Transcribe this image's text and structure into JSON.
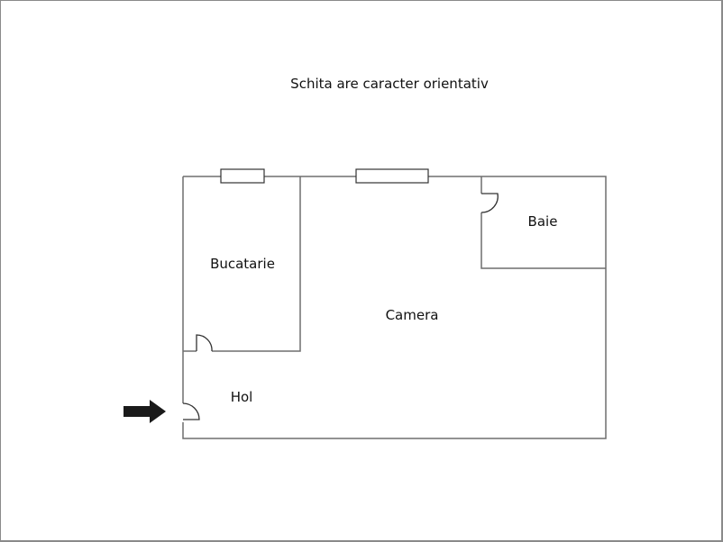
{
  "title": "Schita are caracter orientativ",
  "rooms": [
    {
      "id": "bucatarie",
      "label": "Bucatarie"
    },
    {
      "id": "camera",
      "label": "Camera"
    },
    {
      "id": "baie",
      "label": "Baie"
    },
    {
      "id": "hol",
      "label": "Hol"
    }
  ],
  "icons": {
    "entrance": "entrance-arrow-icon"
  },
  "colors": {
    "wall": "#6e6e6e",
    "window": "#333333",
    "arrow": "#1a1a1a",
    "frame": "#8a8a8a"
  }
}
